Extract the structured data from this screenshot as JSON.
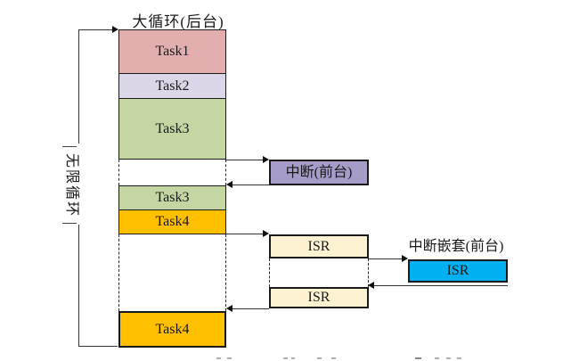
{
  "diagram": {
    "title": "大循环(后台)",
    "infinite_loop_label": "无限循环",
    "interrupt_box_label": "中断(前台)",
    "nested_interrupt_title": "中断嵌套(前台)"
  },
  "tasks": {
    "task1": "Task1",
    "task2": "Task2",
    "task3": "Task3",
    "task3_resume": "Task3",
    "task4": "Task4",
    "task4_resume": "Task4"
  },
  "isr": {
    "isr1": "ISR",
    "isr2": "ISR",
    "nested": "ISR"
  },
  "colors": {
    "task1_fill": "#e2aeae",
    "task2_fill": "#dcd7e8",
    "task3_fill": "#c4d6a2",
    "task4_fill": "#ffc000",
    "interrupt_fill": "#a69bc9",
    "isr_fill": "#fdf3d2",
    "nested_isr_fill": "#00b0f0",
    "line": "#333333"
  }
}
